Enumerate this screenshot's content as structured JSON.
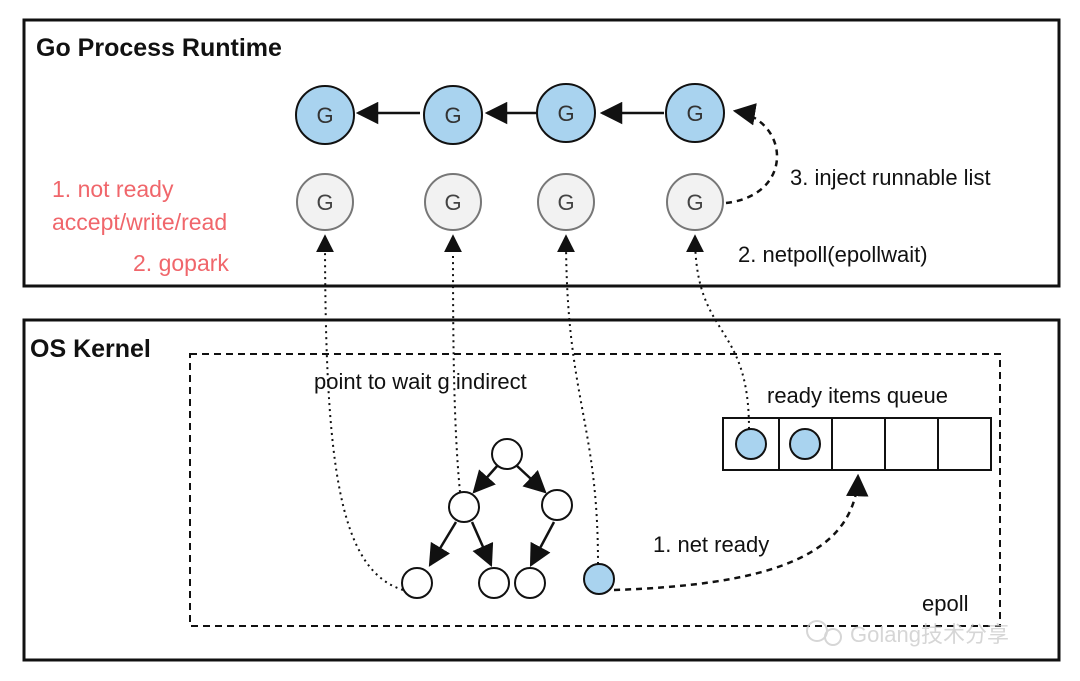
{
  "runtime_box": {
    "title": "Go Process Runtime"
  },
  "kernel_box": {
    "title": "OS Kernel"
  },
  "goroutine_label": "G",
  "labels": {
    "not_ready_line1": "1. not ready",
    "not_ready_line2": "accept/write/read",
    "gopark": "2. gopark",
    "inject": "3. inject runnable list",
    "netpoll": "2. netpoll(epollwait)",
    "point_to_wait": "point to wait g indirect",
    "ready_queue": "ready items queue",
    "net_ready": "1. net ready",
    "epoll": "epoll"
  },
  "watermark": "Golang技术分享",
  "colors": {
    "runnable_fill": "#a9d3ef",
    "waiting_fill": "#f2f2f2",
    "ready_fill": "#a9d3ef",
    "highlight_text": "#f0666b"
  }
}
